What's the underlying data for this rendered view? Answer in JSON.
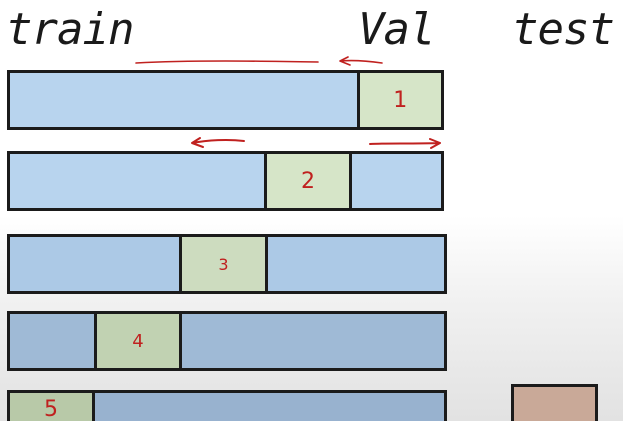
{
  "headers": {
    "train": "train",
    "val": "Val",
    "test": "test"
  },
  "folds": [
    {
      "label": "1"
    },
    {
      "label": "2"
    },
    {
      "label": "3"
    },
    {
      "label": "4"
    },
    {
      "label": "5"
    }
  ],
  "colors": {
    "train": "#b8d4ee",
    "val": "#d6e5c8",
    "test": "#c9a998",
    "annotation": "#c0211f"
  }
}
